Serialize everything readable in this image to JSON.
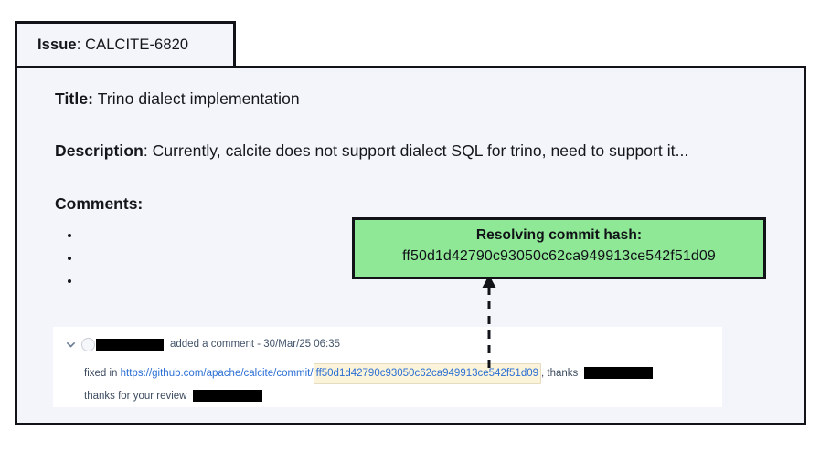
{
  "issue_tab": {
    "label": "Issue",
    "separator": ": ",
    "id": "CALCITE-6820"
  },
  "panel": {
    "title_label": "Title:",
    "title_value": " Trino dialect implementation",
    "description_label": "Description",
    "description_value": ": Currently, calcite does not support dialect SQL for trino, need to support it...",
    "comments_label": "Comments:",
    "bullet_count": 3
  },
  "callout": {
    "title": "Resolving commit hash:",
    "hash": "ff50d1d42790c93050c62ca949913ce542f51d09",
    "background_color": "#8fe896",
    "border_color": "#111318"
  },
  "comment": {
    "author": "[redacted]",
    "action_text": "added a comment - ",
    "timestamp": "30/Mar/25 06:35",
    "body_prefix": "fixed in ",
    "link_url": "https://github.com/apache/calcite/commit/",
    "link_hash": "ff50d1d42790c93050c62ca949913ce542f51d09",
    "body_after": ",  thanks ",
    "second_line": "thanks for your review ",
    "mention": "[redacted]",
    "reviewer": "[redacted]",
    "highlight_color": "#fbf3da",
    "link_color": "#2b6fd4"
  }
}
